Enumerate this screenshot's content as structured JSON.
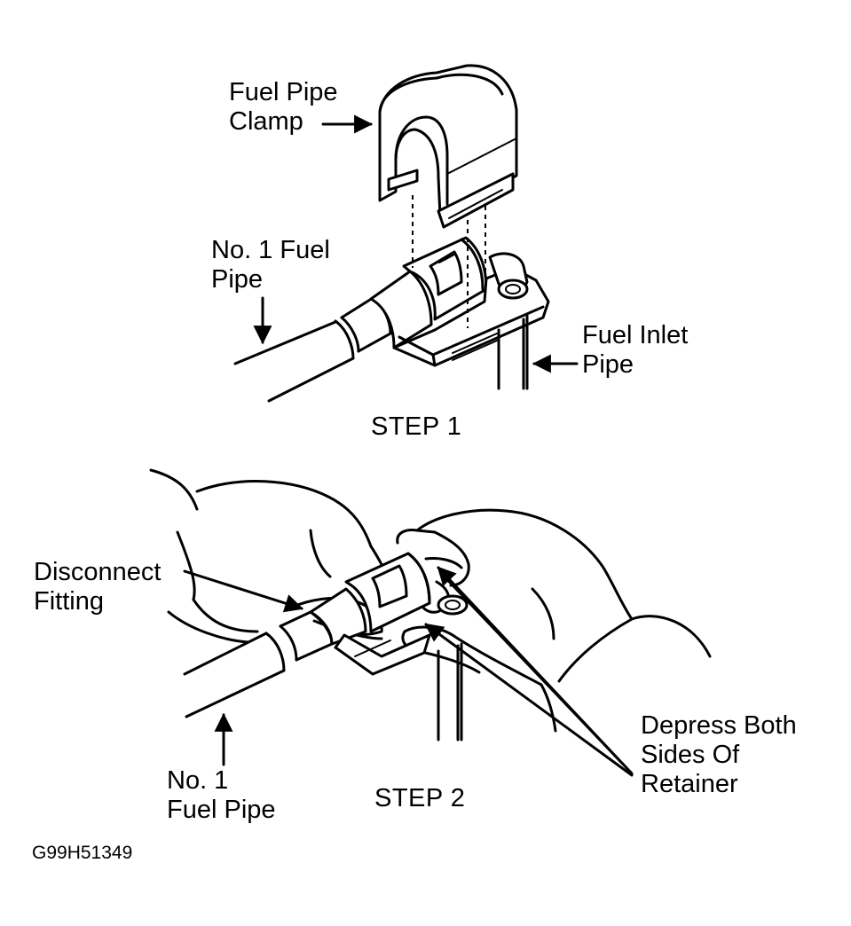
{
  "labels": {
    "fuel_pipe_clamp": {
      "line1": "Fuel Pipe",
      "line2": "Clamp"
    },
    "no1_fuel_pipe_top": {
      "line1": "No. 1 Fuel",
      "line2": "Pipe"
    },
    "fuel_inlet_pipe": {
      "line1": "Fuel Inlet",
      "line2": "Pipe"
    },
    "step1": "STEP 1",
    "disconnect_fitting": {
      "line1": "Disconnect",
      "line2": "Fitting"
    },
    "depress_retainer": {
      "line1": "Depress Both",
      "line2": "Sides Of",
      "line3": "Retainer"
    },
    "no1_fuel_pipe_bottom": {
      "line1": "No. 1",
      "line2": "Fuel Pipe"
    },
    "step2": "STEP 2",
    "figure_code": "G99H51349"
  }
}
